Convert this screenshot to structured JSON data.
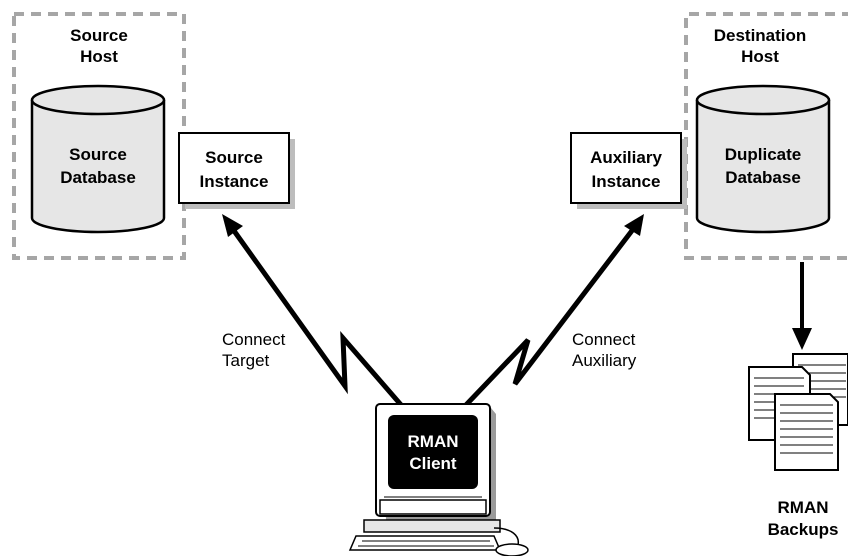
{
  "source_host": {
    "line1": "Source",
    "line2": "Host"
  },
  "destination_host": {
    "line1": "Destination",
    "line2": "Host"
  },
  "source_database": {
    "line1": "Source",
    "line2": "Database"
  },
  "source_instance": {
    "line1": "Source",
    "line2": "Instance"
  },
  "auxiliary_instance": {
    "line1": "Auxiliary",
    "line2": "Instance"
  },
  "duplicate_database": {
    "line1": "Duplicate",
    "line2": "Database"
  },
  "connect_target": {
    "line1": "Connect",
    "line2": "Target"
  },
  "connect_auxiliary": {
    "line1": "Connect",
    "line2": "Auxiliary"
  },
  "rman_client": {
    "line1": "RMAN",
    "line2": "Client"
  },
  "rman_backups": {
    "line1": "RMAN",
    "line2": "Backups"
  },
  "colors": {
    "cylinder_fill": "#e6e6e6",
    "host_border": "#a6a6a6",
    "line": "#000000",
    "screen": "#000000"
  }
}
